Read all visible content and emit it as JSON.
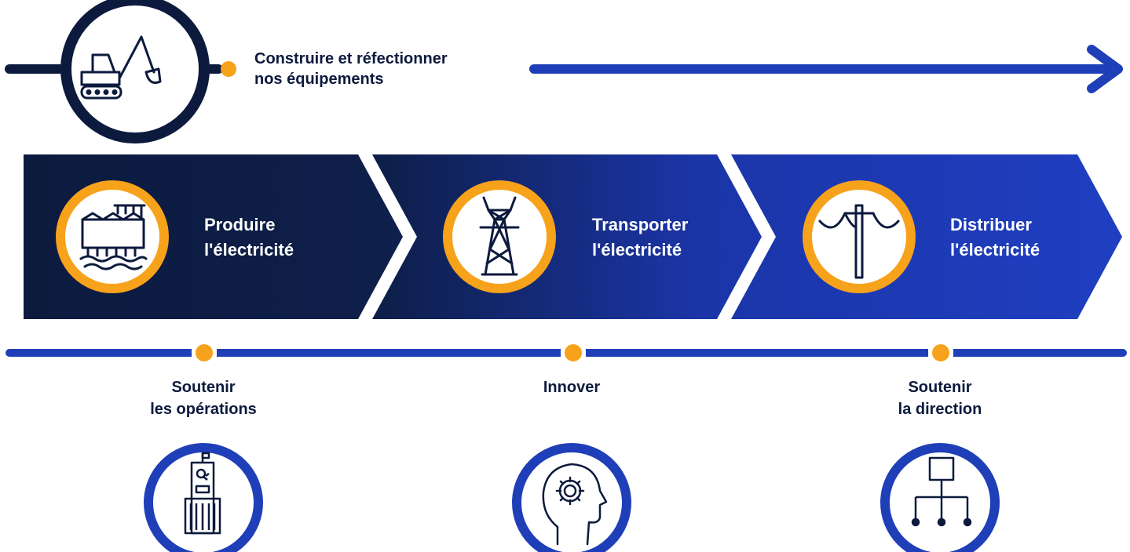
{
  "top": {
    "label": "Construire et réfectionner nos équipements",
    "label_line1": "Construire et réfectionner",
    "label_line2": "nos équipements",
    "icon": "excavator-icon"
  },
  "stages": [
    {
      "line1": "Produire",
      "line2": "l'électricité",
      "icon": "power-plant-icon"
    },
    {
      "line1": "Transporter",
      "line2": "l'électricité",
      "icon": "transmission-tower-icon"
    },
    {
      "line1": "Distribuer",
      "line2": "l'électricité",
      "icon": "utility-pole-icon"
    }
  ],
  "support": [
    {
      "line1": "Soutenir",
      "line2": "les opérations",
      "icon": "office-building-icon"
    },
    {
      "line1": "Innover",
      "line2": "",
      "icon": "head-gear-icon"
    },
    {
      "line1": "Soutenir",
      "line2": "la direction",
      "icon": "org-chart-icon"
    }
  ],
  "colors": {
    "navy": "#0c1a3d",
    "blue": "#1f3fb8",
    "orange": "#f7a21b",
    "white": "#ffffff"
  }
}
